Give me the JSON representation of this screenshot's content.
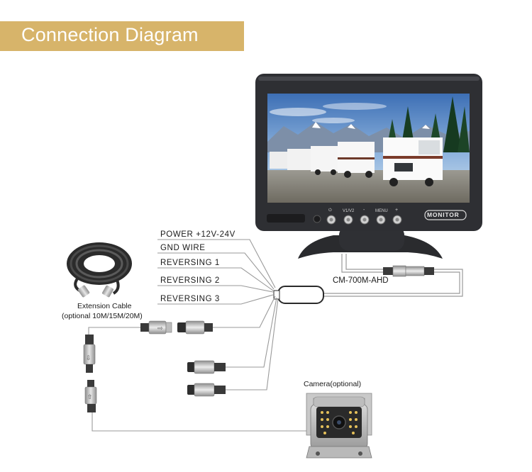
{
  "header": {
    "title": "Connection Diagram"
  },
  "wires": {
    "power": "POWER +12V-24V",
    "gnd": "GND WIRE",
    "rev1": "REVERSING 1",
    "rev2": "REVERSING 2",
    "rev3": "REVERSING 3"
  },
  "monitor": {
    "brand": "MONITOR",
    "buttons": [
      "⏻",
      "V1/V2",
      "-",
      "MENU",
      "+"
    ],
    "model": "CM-700M-AHD"
  },
  "extension": {
    "title": "Extension Cable",
    "note": "(optional 10M/15M/20M)"
  },
  "camera": {
    "label": "Camera(optional)"
  },
  "colors": {
    "banner": "#d7b46a",
    "line": "#9a9a9a",
    "bezel": "#2e2f33"
  }
}
